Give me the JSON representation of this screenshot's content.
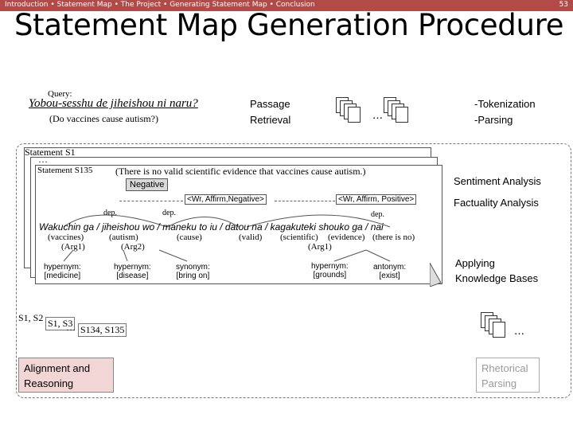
{
  "header": {
    "breadcrumbs": "Introduction • Statement Map • The Project • Generating Statement Map • Conclusion",
    "page_number": "53"
  },
  "title": "Statement Map Generation Procedure",
  "query": {
    "label": "Query:",
    "text": "Yobou-sesshu de jiheishou ni naru?",
    "translation": "(Do vaccines cause autism?)"
  },
  "passage_retrieval": "Passage\nRetrieval",
  "ellipsis": "…",
  "tokenization": "-Tokenization\n-Parsing",
  "statements": {
    "s1": "Statement S1",
    "dots": "…",
    "s135": "Statement S135",
    "sentence": "(There is no valid scientific evidence that vaccines cause autism.)",
    "sentiment": "Negative",
    "tag_neg": "<Wr, Affirm,Negative>",
    "tag_pos": "<Wr,  Affirm, Positive>",
    "dep1": "dep.",
    "dep2": "dep.",
    "dep3": "dep.",
    "japanese": "Wakuchin ga / jiheishou wo / maneku to iu / datou na / kagakuteki shouko ga / nai",
    "words": [
      "(vaccines)",
      "(autism)",
      "(cause)",
      "(valid)",
      "(scientific)",
      "(evidence)",
      "(there is no)"
    ],
    "args": [
      "(Arg1)",
      "(Arg2)",
      "(Arg1)"
    ],
    "kb": [
      {
        "rel": "hypernym:",
        "val": "[medicine]"
      },
      {
        "rel": "hypernym:",
        "val": "[disease]"
      },
      {
        "rel": "synonym:",
        "val": "[bring on]"
      },
      {
        "rel": "hypernym:",
        "val": "[grounds]"
      },
      {
        "rel": "antonym:",
        "val": "[exist]"
      }
    ]
  },
  "right_labels": {
    "sentiment": "Sentiment Analysis",
    "factuality": "Factuality Analysis",
    "kb": "Applying\nKnowledge Bases"
  },
  "pairs": {
    "p1": "S1, S2",
    "p2": "S1, S3",
    "dots": "…",
    "p3": "S134, S135"
  },
  "alignment": "Alignment and\nReasoning",
  "rhetorical": "Rhetorical\nParsing",
  "colors": {
    "topbar": "#b24a48",
    "negative_box": "#d9d9d9",
    "alignment_fill": "#f2d6d6",
    "rhetorical_text": "#9a9a9a"
  }
}
